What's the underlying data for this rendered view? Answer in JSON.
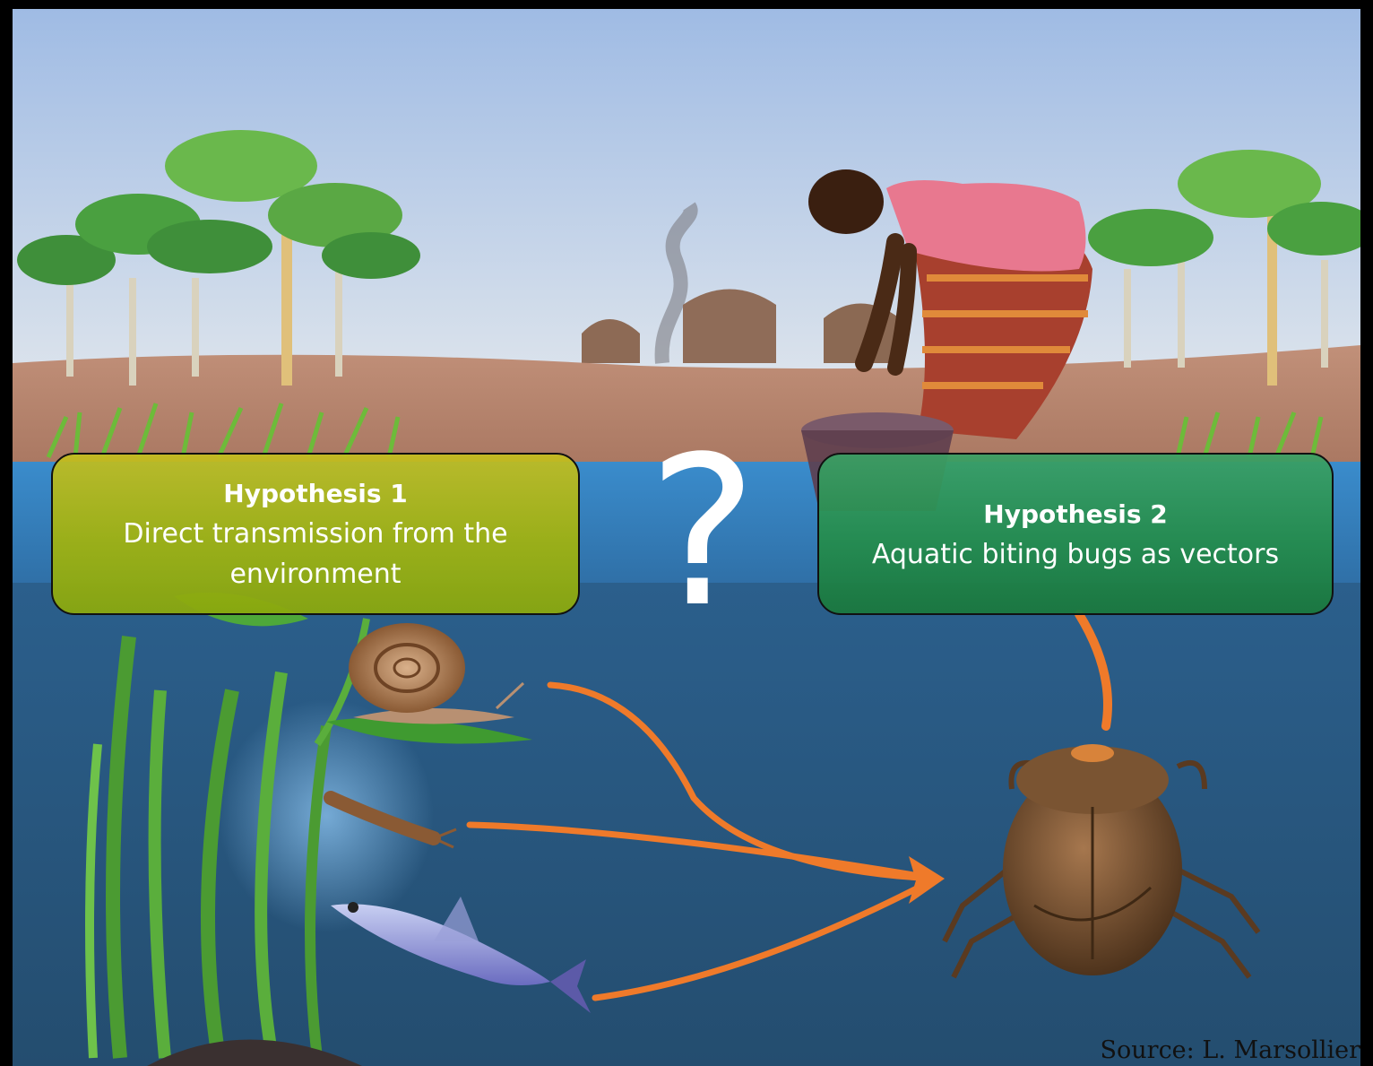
{
  "hypothesis1": {
    "title": "Hypothesis 1",
    "text_line1": "Direct transmission from the",
    "text_line2": "environment"
  },
  "hypothesis2": {
    "title": "Hypothesis 2",
    "text": "Aquatic biting bugs as vectors"
  },
  "question_mark": "?",
  "source": "Source: L. Marsollier",
  "colors": {
    "sky_top": "#a9c2e6",
    "sky_bottom": "#d6dfea",
    "ground": "#b8866e",
    "water_surface": "#3f8fce",
    "water_deep": "#2a5a82",
    "arrow": "#ef7a2a",
    "hyp1_box": "#a4b417",
    "hyp2_box": "#2a8f52"
  },
  "icons": [
    "tree-icon",
    "hut-icon",
    "woman-illustration",
    "bucket-icon",
    "snail-icon",
    "larva-icon",
    "fish-icon",
    "water-bug-icon",
    "aquatic-plant-icon"
  ]
}
